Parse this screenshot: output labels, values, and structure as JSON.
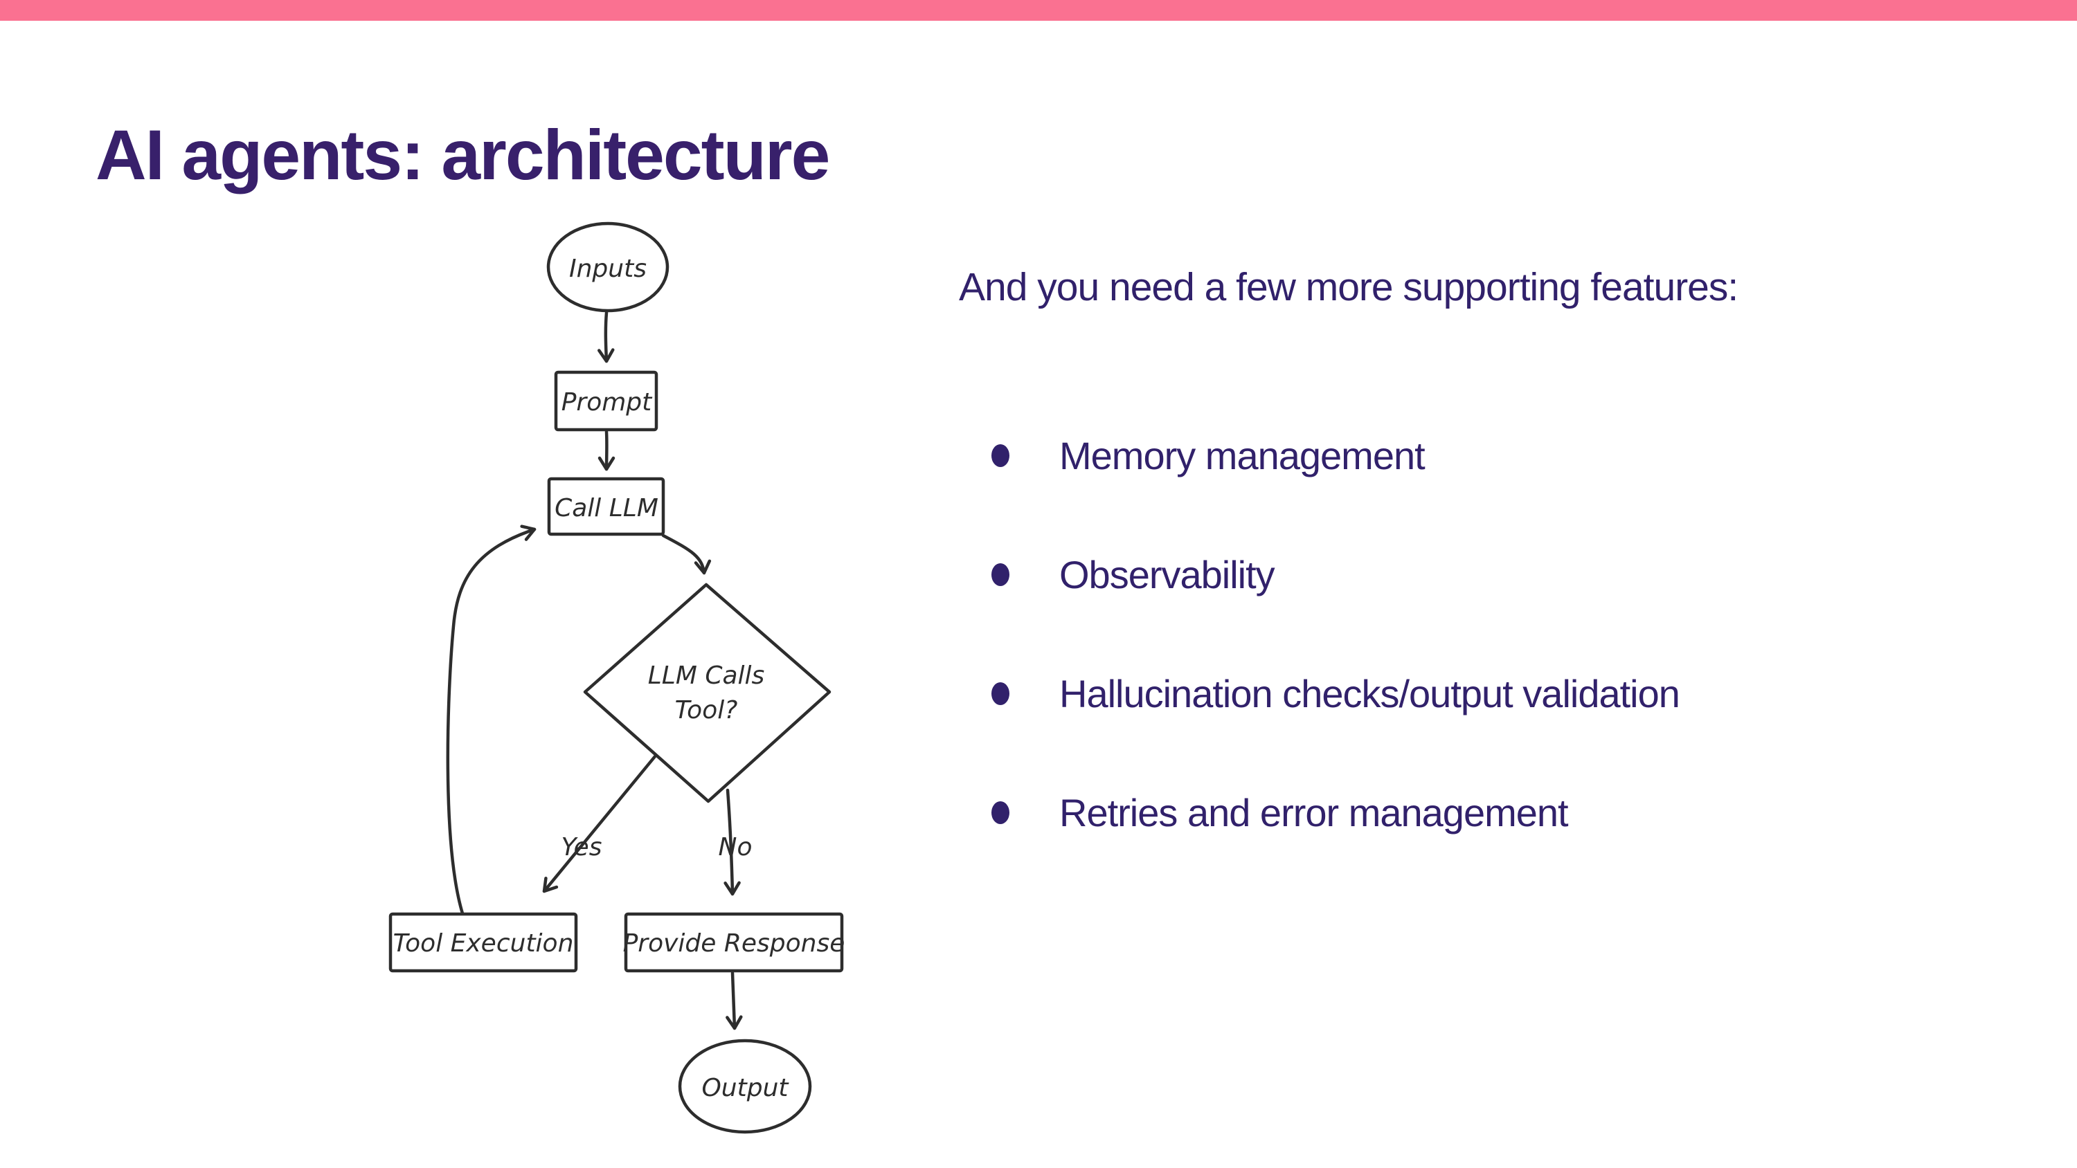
{
  "title": "AI agents: architecture",
  "top_bar": {
    "color": "#FA7191"
  },
  "right_panel": {
    "heading": "And you need a few more supporting features:",
    "bullets": [
      "Memory management",
      "Observability",
      "Hallucination checks/output validation",
      "Retries and error management"
    ]
  },
  "diagram": {
    "type": "flowchart",
    "nodes": {
      "inputs": "Inputs",
      "prompt": "Prompt",
      "call_llm": "Call LLM",
      "decision_line1": "LLM Calls",
      "decision_line2": "Tool?",
      "tool_execution": "Tool Execution",
      "provide_response": "Provide Response",
      "output": "Output"
    },
    "edge_labels": {
      "yes": "Yes",
      "no": "No"
    },
    "flow": "Inputs -> Prompt -> Call LLM -> LLM Calls Tool? ; Yes -> Tool Execution -> Call LLM (loop) ; No -> Provide Response -> Output"
  },
  "colors": {
    "accent_bar": "#FA7191",
    "title_text": "#38206B",
    "body_text": "#31216B",
    "diagram_ink": "#2D2D2D",
    "background": "#FFFFFF"
  }
}
